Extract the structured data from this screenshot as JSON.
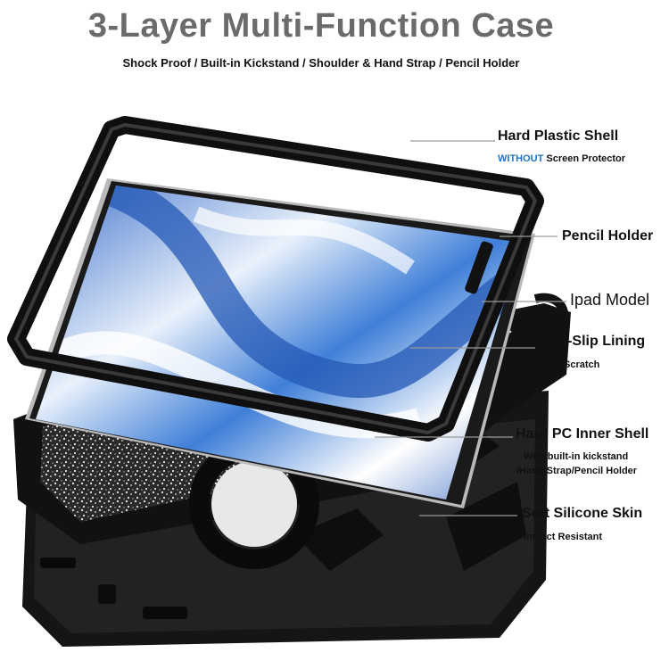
{
  "header": {
    "title": "3-Layer Multi-Function Case",
    "subtitle": "Shock Proof / Built-in Kickstand / Shoulder & Hand Strap / Pencil Holder"
  },
  "labels": {
    "hard_shell": {
      "title": "Hard Plastic Shell",
      "note_highlight": "WITHOUT",
      "note_rest": " Screen Protector"
    },
    "pencil_holder": {
      "title": "Pencil Holder"
    },
    "ipad_model": {
      "title": "Ipad Model"
    },
    "non_slip": {
      "title": "Non-Slip Lining",
      "note": "Anti-Scratch"
    },
    "inner_shell": {
      "title": "Hard PC Inner Shell",
      "note_line1": "With built-in kickstand",
      "note_line2": "/Hand Strap/Pencil Holder"
    },
    "silicone_skin": {
      "title": "Soft Silicone Skin",
      "note": "Impact Resistant"
    }
  },
  "colors": {
    "title_gray": "#6b6b6b",
    "highlight_blue": "#1e73c9",
    "case_black": "#151515",
    "screen_blue": "#3f7fd8"
  }
}
